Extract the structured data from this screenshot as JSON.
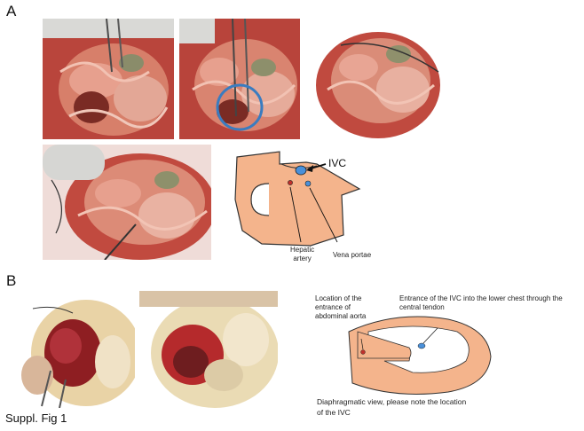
{
  "figure": {
    "panel_a_letter": "A",
    "panel_b_letter": "B",
    "caption": "Suppl. Fig 1"
  },
  "panel_a": {
    "ivc_label": "IVC",
    "hepatic_artery_label": "Hepatic\nartery",
    "vena_portae_label": "Vena portae",
    "colors": {
      "liver_fill": "#f4b48c",
      "outline": "#333333",
      "ivc_dot": "#4a90d9",
      "artery_dot": "#c0302b",
      "circle_marker": "#3a7cc0"
    }
  },
  "panel_b": {
    "aorta_label": "Location of the\nentrance of\nabdominal aorta",
    "ivc_entrance_label": "Entrance of the IVC into the lower chest through the\ncentral tendon",
    "diaphragm_note": "Diaphragmatic view, please note the location\nof the IVC",
    "colors": {
      "diaphragm_fill": "#f4b48c",
      "inner_fill": "#ffffff",
      "aorta_dot": "#c0302b",
      "ivc_dot": "#4a90d9"
    }
  }
}
